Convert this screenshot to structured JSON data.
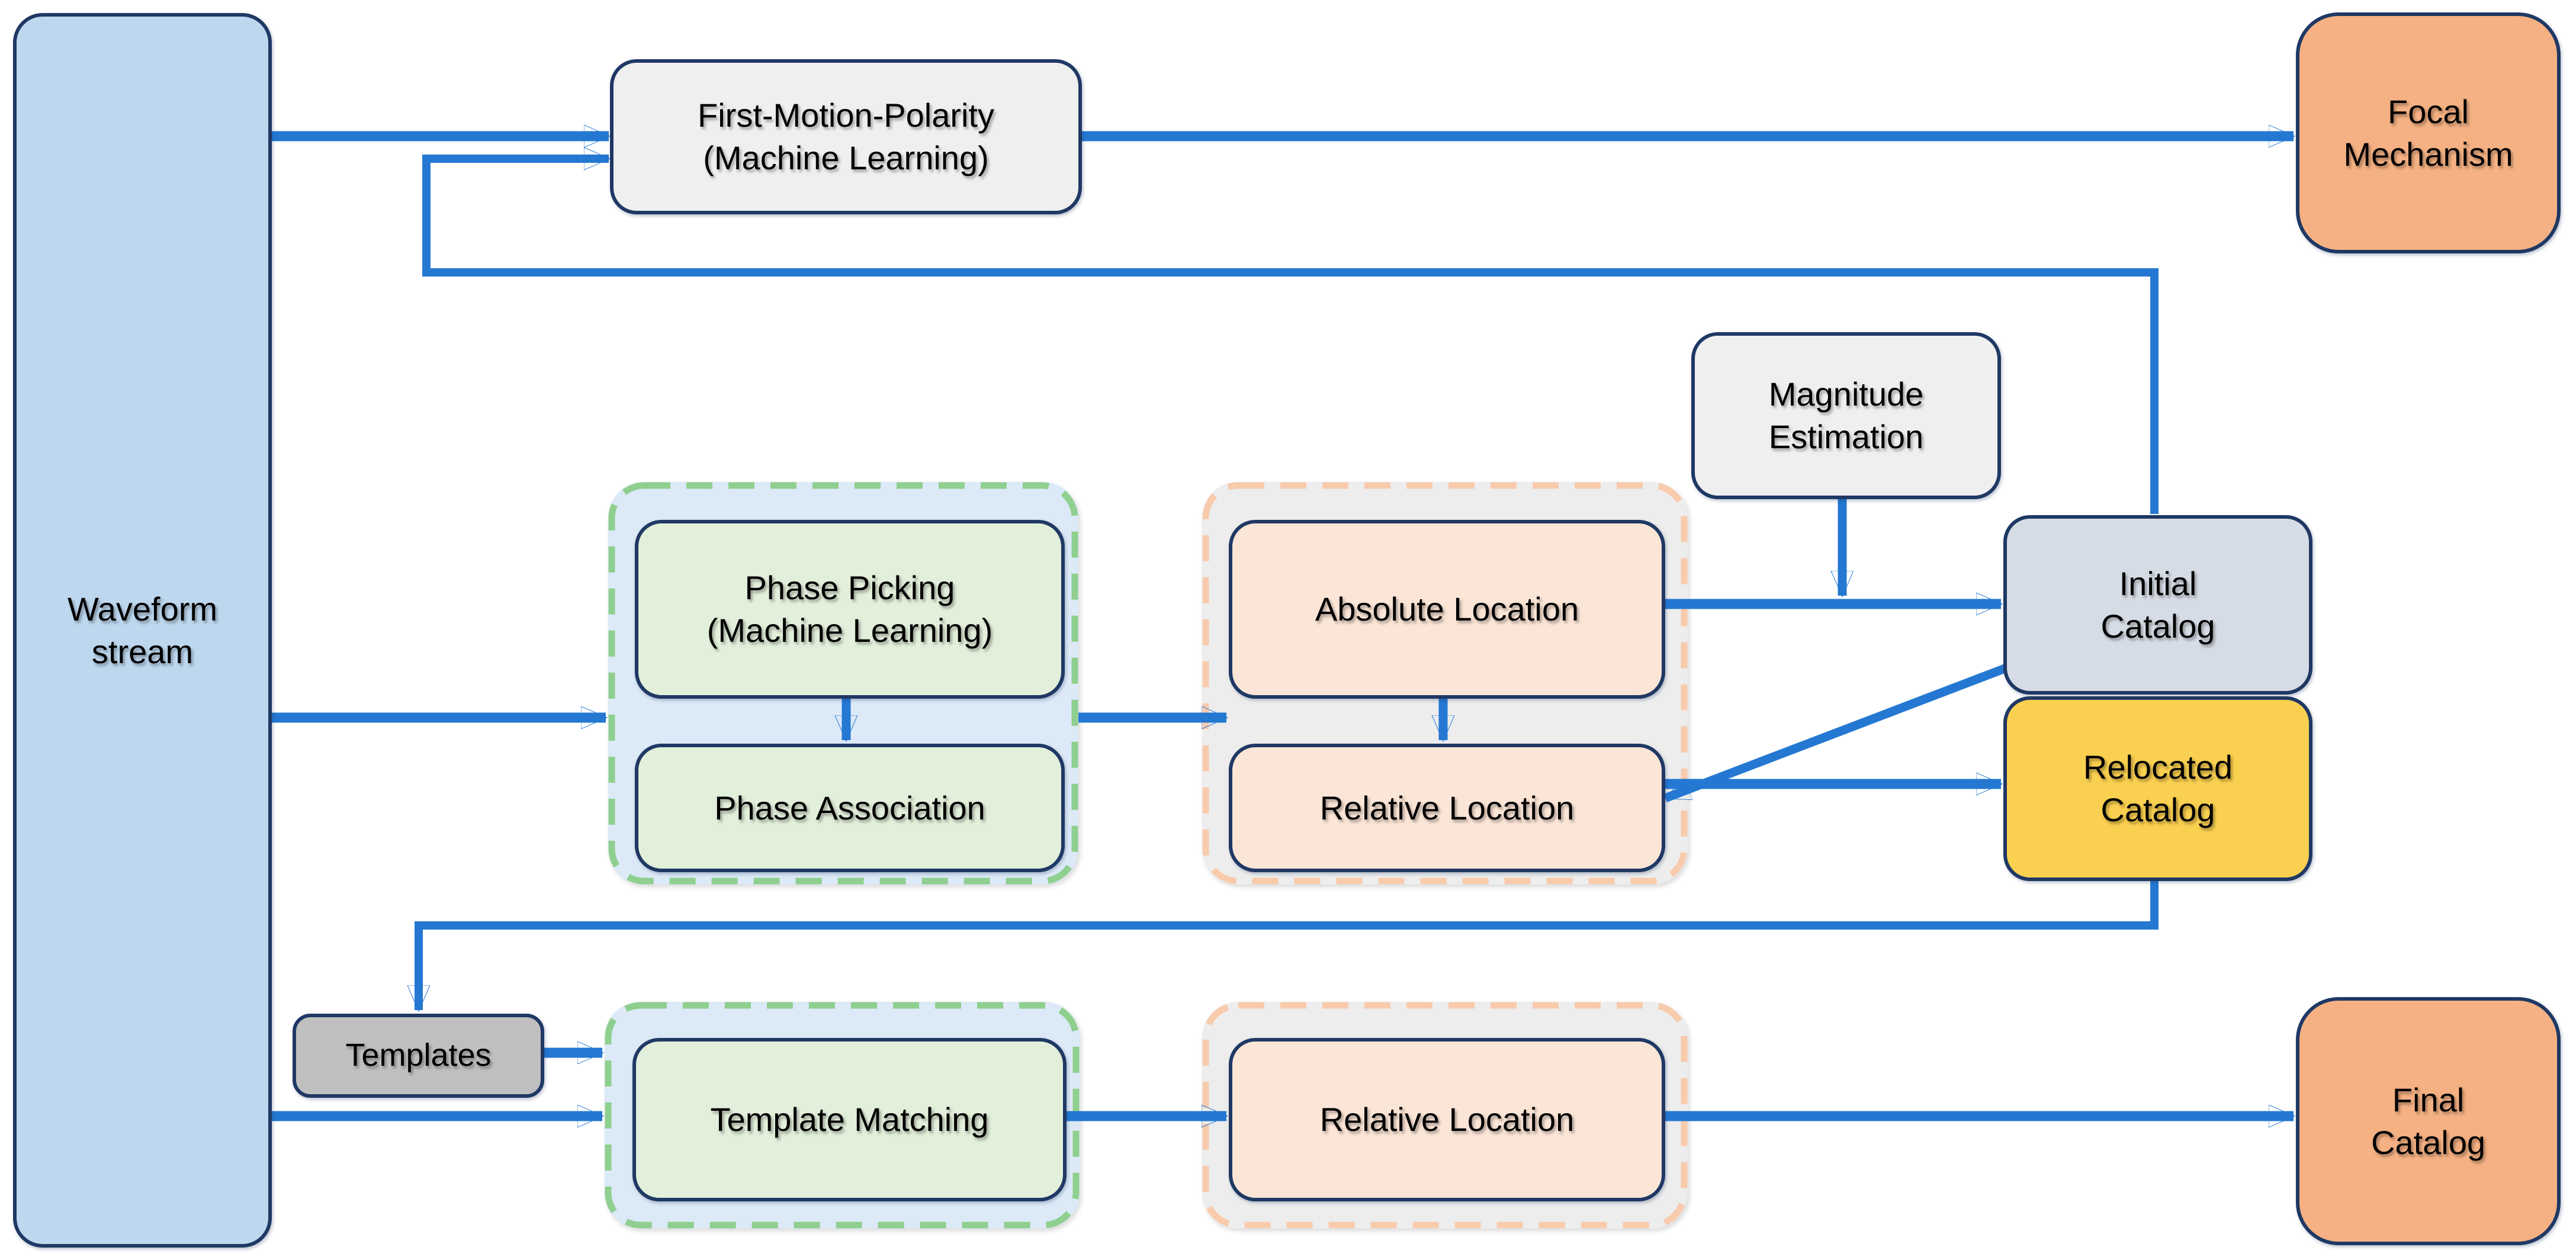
{
  "diagram": {
    "type": "flowchart",
    "nodes": {
      "waveform_stream": {
        "label": "Waveform\nstream"
      },
      "first_motion_polarity": {
        "label": "First-Motion-Polarity\n(Machine Learning)"
      },
      "focal_mechanism": {
        "label": "Focal\nMechanism"
      },
      "magnitude_estimation": {
        "label": "Magnitude\nEstimation"
      },
      "phase_picking": {
        "label": "Phase Picking\n(Machine Learning)"
      },
      "phase_association": {
        "label": "Phase Association"
      },
      "absolute_location": {
        "label": "Absolute Location"
      },
      "relative_location": {
        "label": "Relative Location"
      },
      "initial_catalog": {
        "label": "Initial\nCatalog"
      },
      "relocated_catalog": {
        "label": "Relocated\nCatalog"
      },
      "templates": {
        "label": "Templates"
      },
      "template_matching": {
        "label": "Template Matching"
      },
      "relative_location_final": {
        "label": "Relative Location"
      },
      "final_catalog": {
        "label": "Final\nCatalog"
      }
    },
    "edges": [
      {
        "from": "waveform_stream",
        "to": "first_motion_polarity"
      },
      {
        "from": "first_motion_polarity",
        "to": "focal_mechanism"
      },
      {
        "from": "initial_catalog",
        "to": "first_motion_polarity"
      },
      {
        "from": "waveform_stream",
        "to": "phase_picking"
      },
      {
        "from": "phase_picking",
        "to": "phase_association"
      },
      {
        "from": "phase_group",
        "to": "location_group"
      },
      {
        "from": "absolute_location",
        "to": "initial_catalog"
      },
      {
        "from": "magnitude_estimation",
        "to": "initial_catalog"
      },
      {
        "from": "absolute_location",
        "to": "relative_location"
      },
      {
        "from": "initial_catalog",
        "to": "relative_location"
      },
      {
        "from": "relative_location",
        "to": "relocated_catalog"
      },
      {
        "from": "relocated_catalog",
        "to": "templates"
      },
      {
        "from": "waveform_stream",
        "to": "template_matching"
      },
      {
        "from": "templates",
        "to": "template_matching"
      },
      {
        "from": "template_matching",
        "to": "relative_location_final"
      },
      {
        "from": "relative_location_final",
        "to": "final_catalog"
      }
    ],
    "colors": {
      "arrow_blue": "#2478D2",
      "border_navy": "#1F3864",
      "waveform_fill": "#BDD7EE",
      "process_gray_fill": "#EFEFEF",
      "orange_fill": "#F5B183",
      "green_box_fill": "#E2EFDA",
      "green_dash": "#8FCF8F",
      "blue_group_fill": "#DCE9F7",
      "gray_group_fill": "#EDEDED",
      "peach_box_fill": "#FBE5D6",
      "peach_dash": "#F8CBAD",
      "initial_catalog_fill": "#D6DCE5",
      "relocated_catalog_fill": "#FAD050",
      "templates_fill": "#BFBFBF"
    }
  }
}
